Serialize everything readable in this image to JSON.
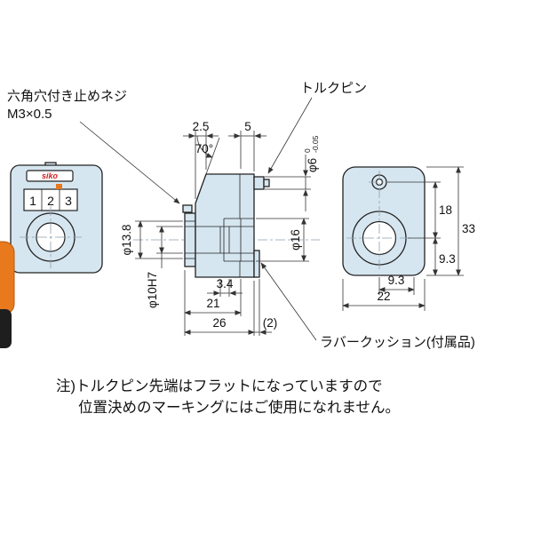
{
  "colors": {
    "part_fill": "#d6e6f0",
    "outline": "#222222",
    "dimension": "#333333",
    "centerline": "#8aa0b0",
    "accent_orange": "#e8791d",
    "photo_dark": "#1e1e1e",
    "logo_red": "#cc2222",
    "background": "#ffffff"
  },
  "callouts": {
    "set_screw_line1": "六角穴付き止めネジ",
    "set_screw_line2": "M3×0.5",
    "torque_pin": "トルクピン",
    "rubber_cushion": "ラバークッション(付属品)"
  },
  "note": {
    "line1": "注)トルクピン先端はフラットになっていますので",
    "line2": "位置決めのマーキングにはご使用になれません。"
  },
  "front_view": {
    "logo": "siko",
    "digits": [
      "1",
      "2",
      "3"
    ]
  },
  "dims": {
    "top_offset": "2.5",
    "pin_offset": "5",
    "slope_angle": "70°",
    "pin_dia": "φ6",
    "pin_tol_upper": "0",
    "pin_tol_lower": "-0.05",
    "hub_dia": "φ13.8",
    "bore_dia": "φ16",
    "shaft_bore_dia": "φ10H7",
    "step_depth": "3.4",
    "body_len": "21",
    "overall_len": "26",
    "cushion_thk": "(2)",
    "hole_pitch": "18",
    "overall_h": "33",
    "side_offset": "9.3",
    "bottom_offset": "9.3",
    "overall_w": "22"
  }
}
